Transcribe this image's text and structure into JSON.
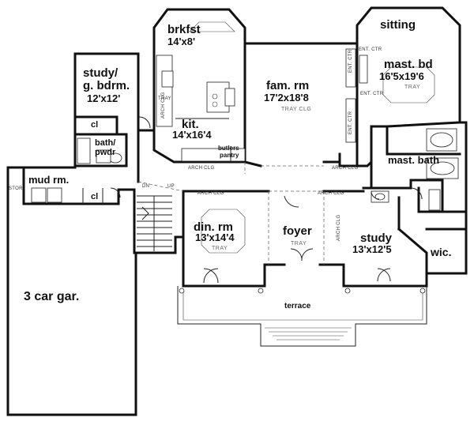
{
  "rooms": {
    "breakfast": {
      "name": "brkfst",
      "dims": "14'x8'"
    },
    "sitting": {
      "name": "sitting"
    },
    "study_guest": {
      "name_line1": "study/",
      "name_line2": "g. bdrm.",
      "dims": "12'x12'"
    },
    "family": {
      "name": "fam. rm",
      "dims": "17'2x18'8",
      "ceiling": "TRAY CLG"
    },
    "master_bed": {
      "name": "mast. bd",
      "dims": "16'5x19'6",
      "ceiling": "TRAY"
    },
    "kitchen": {
      "name": "kit.",
      "dims": "14'x16'4"
    },
    "closet_study": {
      "name": "cl"
    },
    "bath_powder": {
      "name_line1": "bath/",
      "name_line2": "pwdr"
    },
    "butlers_pantry": {
      "name_line1": "butlers",
      "name_line2": "pantry"
    },
    "master_bath": {
      "name": "mast. bath"
    },
    "mud_room": {
      "name": "mud rm."
    },
    "closet_mud": {
      "name": "cl"
    },
    "dining": {
      "name": "din. rm",
      "dims": "13'x14'4",
      "ceiling": "TRAY"
    },
    "foyer": {
      "name": "foyer",
      "ceiling": "TRAY"
    },
    "study": {
      "name": "study",
      "dims": "13'x12'5"
    },
    "walk_in_closet": {
      "name": "wic."
    },
    "garage": {
      "name": "3 car gar."
    },
    "terrace": {
      "name": "terrace"
    }
  },
  "notes": {
    "stor": "STOR",
    "dn": "DN",
    "up": "UP",
    "tray": "TRAY",
    "arch_a": "ARCH CLG",
    "arch_b": "ARCH CLG",
    "arch_c": "ARCH CLG",
    "arch_d": "ARCH CLG",
    "arch_e": "ARCH CLG",
    "arch_f": "ARCH CLG",
    "ent_ctr_a": "ENT. CTR",
    "ent_ctr_b": "ENT. CTR",
    "ent_ctr_c": "ENT. CTR",
    "ent_ctr_d": "ENT. CTR"
  }
}
